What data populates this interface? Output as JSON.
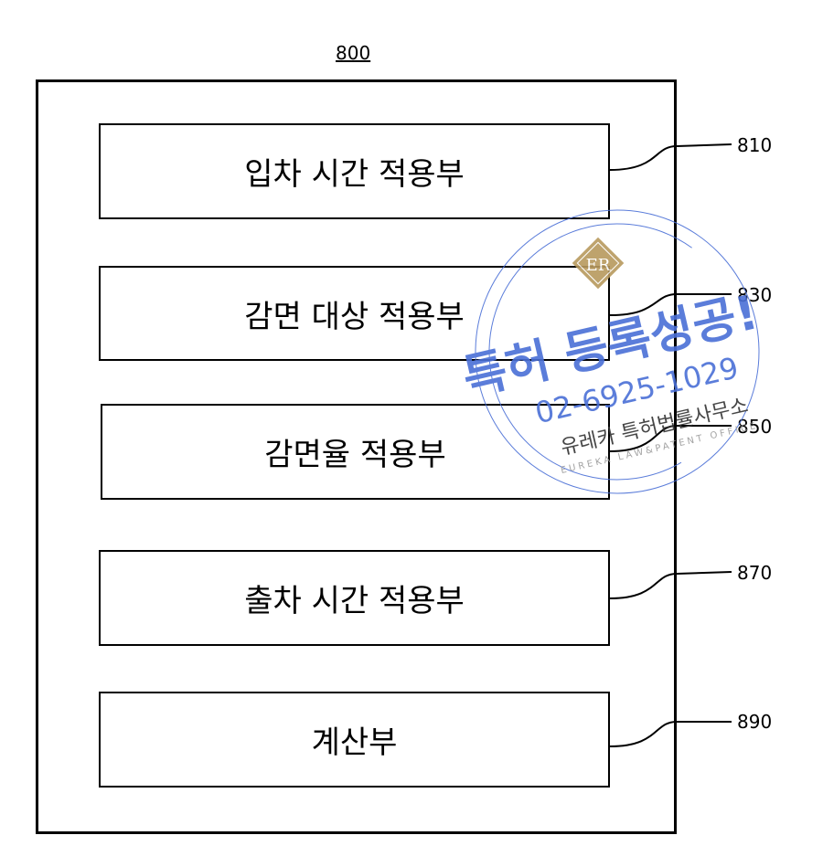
{
  "figure_number": "800",
  "blocks": [
    {
      "label": "입차 시간 적용부",
      "ref": "810"
    },
    {
      "label": "감면 대상 적용부",
      "ref": "830"
    },
    {
      "label": "감면율 적용부",
      "ref": "850"
    },
    {
      "label": "출차 시간 적용부",
      "ref": "870"
    },
    {
      "label": "계산부",
      "ref": "890"
    }
  ],
  "watermark": {
    "logo": "ER",
    "headline": "특허 등록성공!",
    "phone": "02-6925-1029",
    "firm_korean": "유레카 특허법률사무소",
    "firm_english": "EUREKA LAW&PATENT OFFICE",
    "colors": {
      "blue": "#4a6fd6",
      "gold": "#b89a5e"
    }
  }
}
